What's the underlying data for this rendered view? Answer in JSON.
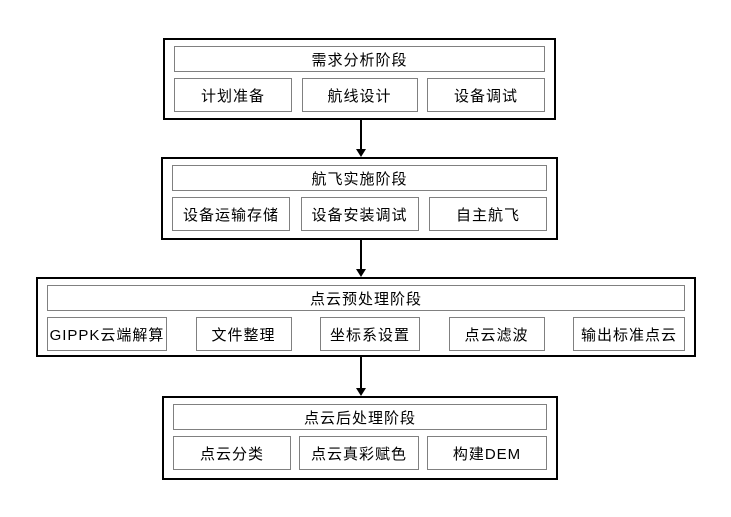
{
  "diagram": {
    "stages": [
      {
        "title": "需求分析阶段",
        "steps": [
          "计划准备",
          "航线设计",
          "设备调试"
        ]
      },
      {
        "title": "航飞实施阶段",
        "steps": [
          "设备运输存储",
          "设备安装调试",
          "自主航飞"
        ]
      },
      {
        "title": "点云预处理阶段",
        "steps": [
          "GIPPK云端解算",
          "文件整理",
          "坐标系设置",
          "点云滤波",
          "输出标准点云"
        ]
      },
      {
        "title": "点云后处理阶段",
        "steps": [
          "点云分类",
          "点云真彩赋色",
          "构建DEM"
        ]
      }
    ],
    "colors": {
      "background": "#ffffff",
      "outer_border": "#000000",
      "inner_border": "#808080",
      "text": "#000000",
      "arrow": "#000000"
    }
  }
}
